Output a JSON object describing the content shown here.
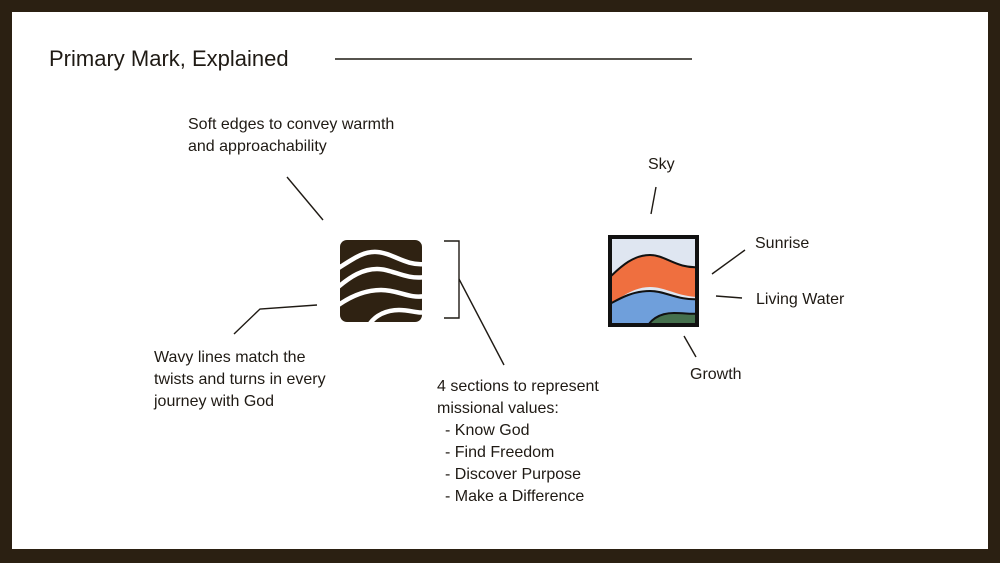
{
  "title": "Primary Mark, Explained",
  "colors": {
    "frame": "#2b2012",
    "mark_brown": "#2f2212",
    "sky": "#dfe6f1",
    "sunrise": "#ef6f3f",
    "living_water": "#6f9fdb",
    "growth": "#45704d",
    "outline": "#111111"
  },
  "left_mark": {
    "soft_edges_lines": [
      "Soft edges to convey warmth",
      "and approachability"
    ],
    "wavy_lines": [
      "Wavy lines match the",
      "twists and turns in every",
      "journey with God"
    ],
    "sections_lines": [
      "4 sections to represent",
      "missional values:"
    ],
    "values": [
      "- Know God",
      "- Find Freedom",
      "- Discover Purpose",
      "- Make a Difference"
    ]
  },
  "right_mark": {
    "sky": "Sky",
    "sunrise": "Sunrise",
    "living_water": "Living Water",
    "growth": "Growth"
  }
}
